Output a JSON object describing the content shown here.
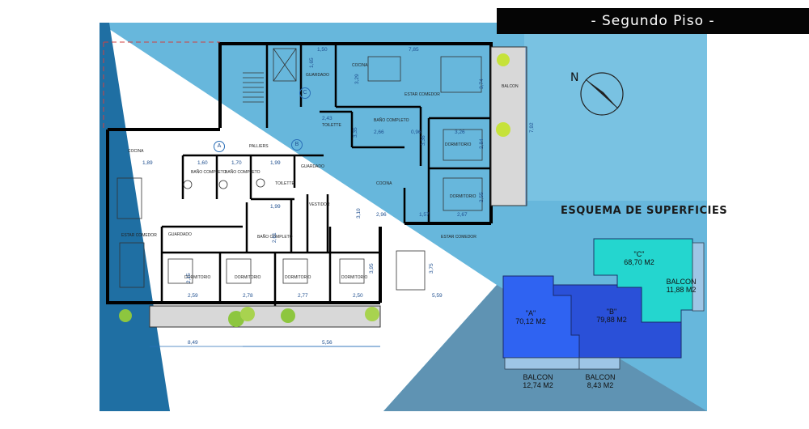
{
  "header": {
    "title": "- Segundo Piso -"
  },
  "compass": {
    "label": "N"
  },
  "plan": {
    "units": [
      "A",
      "B",
      "C"
    ],
    "rooms": {
      "cocina_a": "COCINA",
      "estar_comedor_a": "ESTAR COMEDOR",
      "banio_completo_1": "BAÑO COMPLETO",
      "banio_completo_2": "BAÑO COMPLETO",
      "banio_completo_3": "BAÑO COMPLETO",
      "toilette_a": "TOILETTE",
      "guardado_a": "GUARDADO",
      "palliers": "PALLIERS",
      "placard_1": "GUARDADO",
      "vestidor": "VESTIDOR",
      "dormitorio_1": "DORMITORIO",
      "dormitorio_2": "DORMITORIO",
      "dormitorio_3": "DORMITORIO",
      "dormitorio_4": "DORMITORIO",
      "guardado_c": "GUARDADO",
      "cocina_c": "COCINA",
      "estar_comedor_c": "ESTAR COMEDOR",
      "balcon_c": "BALCON",
      "toilette_c": "TOILETTE",
      "banio_completo_c": "BAÑO COMPLETO",
      "dormitorio_c1": "DORMITORIO",
      "dormitorio_c2": "DORMITORIO",
      "cocina_b": "COCINA",
      "estar_comedor_b": "ESTAR COMEDOR"
    },
    "dims": {
      "d150": "1,50",
      "d785": "7,85",
      "d374": "3,74",
      "d329": "3,29",
      "d243": "2,43",
      "d096": "0,96",
      "d326": "3,26",
      "d284": "2,84",
      "d266": "2,66",
      "d792": "7,92",
      "d255": "2,55",
      "d157": "1,57",
      "d267": "2,67",
      "d296": "2,96",
      "d310": "3,10",
      "d160": "1,60",
      "d170": "1,70",
      "d199": "1,99",
      "d199b": "1,99",
      "d189": "1,89",
      "d261": "2,61",
      "d259": "2,59",
      "d278": "2,78",
      "d277": "2,77",
      "d250": "2,50",
      "d559": "5,59",
      "d849": "8,49",
      "d556": "5,56",
      "d215": "2,15",
      "d395": "3,95",
      "d375": "3,75",
      "d165": "1,65",
      "d335": "3,35",
      "d336": "3,36"
    }
  },
  "schema": {
    "title": "ESQUEMA DE SUPERFICIES",
    "areas": [
      {
        "id": "A",
        "name": "\"A\"",
        "area": "70,12 M2",
        "color": "#2f63f2"
      },
      {
        "id": "B",
        "name": "\"B\"",
        "area": "79,88 M2",
        "color": "#2a50d8"
      },
      {
        "id": "C",
        "name": "\"C\"",
        "area": "68,70 M2",
        "color": "#24d6cf"
      }
    ],
    "balcones": [
      {
        "label": "BALCON",
        "area": "11,88 M2"
      },
      {
        "label": "BALCON",
        "area": "12,74 M2"
      },
      {
        "label": "BALCON",
        "area": "8,43 M2"
      }
    ]
  }
}
